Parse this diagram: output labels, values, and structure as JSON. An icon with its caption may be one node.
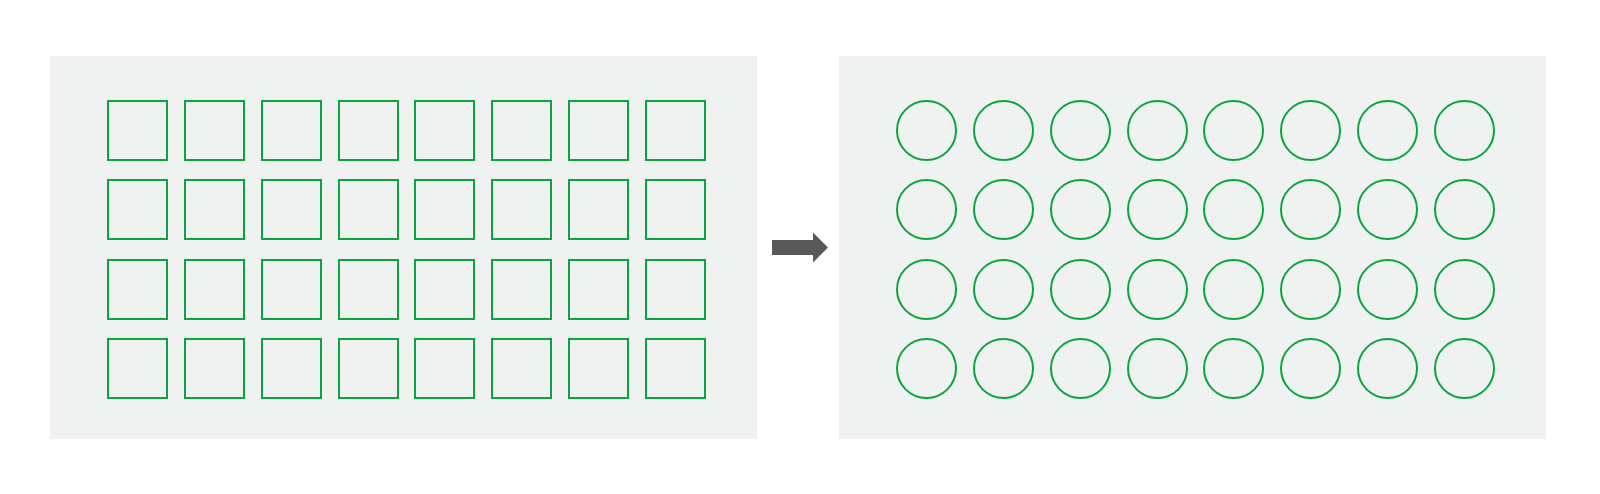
{
  "diagram": {
    "nodes": [
      {
        "text": [],
        "shape": "box"
      },
      {
        "text": [],
        "shape": "box",
        "in": 0
      },
      {
        "text": [],
        "shape": "box",
        "in": 0
      },
      {
        "text": [],
        "shape": "box",
        "in": 0
      },
      {
        "text": [],
        "shape": "box",
        "in": 0
      },
      {
        "text": [],
        "shape": "box",
        "in": 0
      },
      {
        "text": [],
        "shape": "box",
        "in": 0
      },
      {
        "text": [],
        "shape": "box",
        "in": 0
      },
      {
        "text": [],
        "shape": "box",
        "in": 0
      },
      {
        "text": [],
        "shape": "box",
        "in": 0
      },
      {
        "text": [],
        "shape": "box",
        "in": 0
      },
      {
        "text": [],
        "shape": "box",
        "in": 0
      },
      {
        "text": [],
        "shape": "box",
        "in": 0
      },
      {
        "text": [],
        "shape": "box",
        "in": 0
      },
      {
        "text": [],
        "shape": "box",
        "in": 0
      },
      {
        "text": [],
        "shape": "box",
        "in": 0
      },
      {
        "text": [],
        "shape": "box",
        "in": 0
      },
      {
        "text": [],
        "shape": "box",
        "in": 0
      },
      {
        "text": [],
        "shape": "box",
        "in": 0
      },
      {
        "text": [],
        "shape": "box",
        "in": 0
      },
      {
        "text": [],
        "shape": "box",
        "in": 0
      },
      {
        "text": [],
        "shape": "box",
        "in": 0
      },
      {
        "text": [],
        "shape": "box",
        "in": 0
      },
      {
        "text": [],
        "shape": "box",
        "in": 0
      },
      {
        "text": [],
        "shape": "box",
        "in": 0
      },
      {
        "text": [],
        "shape": "box",
        "in": 0
      },
      {
        "text": [],
        "shape": "box",
        "in": 0
      },
      {
        "text": [],
        "shape": "box",
        "in": 0
      },
      {
        "text": [],
        "shape": "box",
        "in": 0
      },
      {
        "text": [],
        "shape": "box",
        "in": 0
      },
      {
        "text": [],
        "shape": "box",
        "in": 0
      },
      {
        "text": [],
        "shape": "box",
        "in": 0
      },
      {
        "text": [],
        "shape": "box",
        "in": 0
      },
      {
        "text": [],
        "shape": "box"
      },
      {
        "text": [],
        "shape": "circle",
        "in": 33
      },
      {
        "text": [],
        "shape": "circle",
        "in": 33
      },
      {
        "text": [],
        "shape": "circle",
        "in": 33
      },
      {
        "text": [],
        "shape": "circle",
        "in": 33
      },
      {
        "text": [],
        "shape": "circle",
        "in": 33
      },
      {
        "text": [],
        "shape": "circle",
        "in": 33
      },
      {
        "text": [],
        "shape": "circle",
        "in": 33
      },
      {
        "text": [],
        "shape": "circle",
        "in": 33
      },
      {
        "text": [],
        "shape": "circle",
        "in": 33
      },
      {
        "text": [],
        "shape": "circle",
        "in": 33
      },
      {
        "text": [],
        "shape": "circle",
        "in": 33
      },
      {
        "text": [],
        "shape": "circle",
        "in": 33
      },
      {
        "text": [],
        "shape": "circle",
        "in": 33
      },
      {
        "text": [],
        "shape": "circle",
        "in": 33
      },
      {
        "text": [],
        "shape": "circle",
        "in": 33
      },
      {
        "text": [],
        "shape": "circle",
        "in": 33
      },
      {
        "text": [],
        "shape": "circle",
        "in": 33
      },
      {
        "text": [],
        "shape": "circle",
        "in": 33
      },
      {
        "text": [],
        "shape": "circle",
        "in": 33
      },
      {
        "text": [],
        "shape": "circle",
        "in": 33
      },
      {
        "text": [],
        "shape": "circle",
        "in": 33
      },
      {
        "text": [],
        "shape": "circle",
        "in": 33
      },
      {
        "text": [],
        "shape": "circle",
        "in": 33
      },
      {
        "text": [],
        "shape": "circle",
        "in": 33
      },
      {
        "text": [],
        "shape": "circle",
        "in": 33
      },
      {
        "text": [],
        "shape": "circle",
        "in": 33
      },
      {
        "text": [],
        "shape": "circle",
        "in": 33
      },
      {
        "text": [],
        "shape": "circle",
        "in": 33
      },
      {
        "text": [],
        "shape": "circle",
        "in": 33
      },
      {
        "text": [],
        "shape": "circle",
        "in": 33
      },
      {
        "text": [],
        "shape": "circle",
        "in": 33
      },
      {
        "text": [],
        "shape": "circle",
        "in": 33
      }
    ],
    "edges": [
      {
        "from": 0,
        "to": 33,
        "arrow": "to"
      }
    ]
  }
}
